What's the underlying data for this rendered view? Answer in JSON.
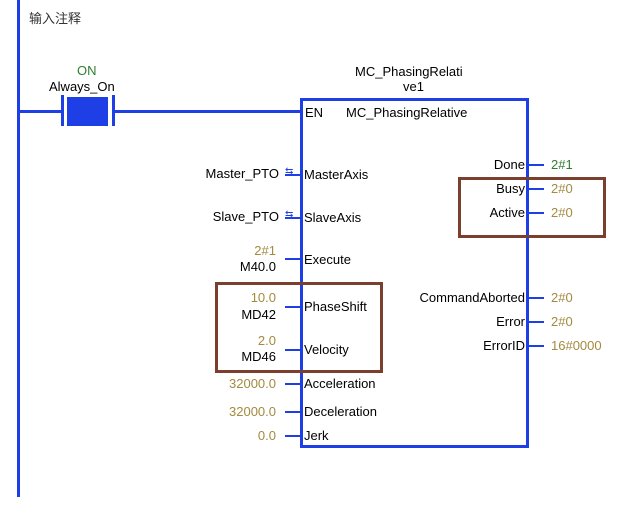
{
  "comment_text": "输入注释",
  "contact": {
    "state": "ON",
    "name": "Always_On"
  },
  "block": {
    "instance_name_line1": "MC_PhasingRelati",
    "instance_name_line2": "ve1",
    "type_name": "MC_PhasingRelative",
    "en_label": "EN"
  },
  "inputs": [
    {
      "pin": "MasterAxis",
      "value": "Master_PTO",
      "address": ""
    },
    {
      "pin": "SlaveAxis",
      "value": "Slave_PTO",
      "address": ""
    },
    {
      "pin": "Execute",
      "value": "2#1",
      "address": "M40.0"
    },
    {
      "pin": "PhaseShift",
      "value": "10.0",
      "address": "MD42"
    },
    {
      "pin": "Velocity",
      "value": "2.0",
      "address": "MD46"
    },
    {
      "pin": "Acceleration",
      "value": "32000.0",
      "address": ""
    },
    {
      "pin": "Deceleration",
      "value": "32000.0",
      "address": ""
    },
    {
      "pin": "Jerk",
      "value": "0.0",
      "address": ""
    }
  ],
  "outputs": [
    {
      "pin": "Done",
      "value": "2#1"
    },
    {
      "pin": "Busy",
      "value": "2#0"
    },
    {
      "pin": "Active",
      "value": "2#0"
    },
    {
      "pin": "CommandAborted",
      "value": "2#0"
    },
    {
      "pin": "Error",
      "value": "2#0"
    },
    {
      "pin": "ErrorID",
      "value": "16#0000"
    }
  ],
  "colors": {
    "wire": "#1f3fe6",
    "highlight": "#7b3f2e",
    "value": "#a38a3e",
    "status_on": "#2f7d2f"
  }
}
